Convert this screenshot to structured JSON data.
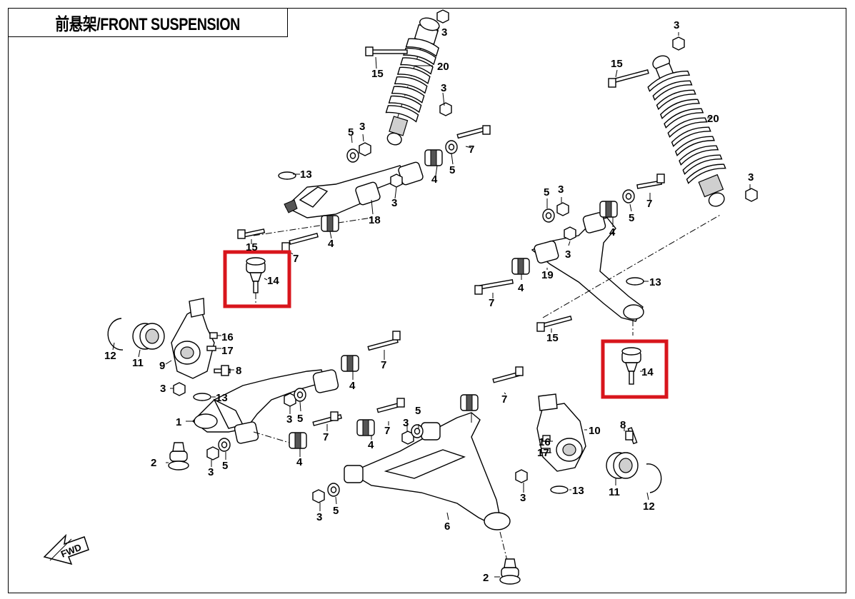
{
  "title": "前悬架/FRONT SUSPENSION",
  "fwd_label": "FWD",
  "highlight_color": "#d8151c",
  "callouts": {
    "c1": "1",
    "c2a": "2",
    "c2b": "2",
    "c3a": "3",
    "c3b": "3",
    "c3c": "3",
    "c3d": "3",
    "c3e": "3",
    "c3f": "3",
    "c3g": "3",
    "c3h": "3",
    "c3i": "3",
    "c3j": "3",
    "c3k": "3",
    "c3l": "3",
    "c3m": "3",
    "c3n": "3",
    "c4a": "4",
    "c4b": "4",
    "c4c": "4",
    "c4d": "4",
    "c4e": "4",
    "c4f": "4",
    "c4g": "4",
    "c5a": "5",
    "c5b": "5",
    "c5c": "5",
    "c5d": "5",
    "c5e": "5",
    "c5f": "5",
    "c5g": "5",
    "c5h": "5",
    "c6": "6",
    "c7a": "7",
    "c7b": "7",
    "c7c": "7",
    "c7d": "7",
    "c7e": "7",
    "c7f": "7",
    "c7g": "7",
    "c7h": "7",
    "c8a": "8",
    "c8b": "8",
    "c9": "9",
    "c10": "10",
    "c11a": "11",
    "c11b": "11",
    "c12a": "12",
    "c12b": "12",
    "c13a": "13",
    "c13b": "13",
    "c13c": "13",
    "c13d": "13",
    "c14a": "14",
    "c14b": "14",
    "c15a": "15",
    "c15b": "15",
    "c15c": "15",
    "c15d": "15",
    "c16a": "16",
    "c16b": "16",
    "c17a": "17",
    "c17b": "17",
    "c18": "18",
    "c19": "19",
    "c20a": "20",
    "c20b": "20"
  }
}
